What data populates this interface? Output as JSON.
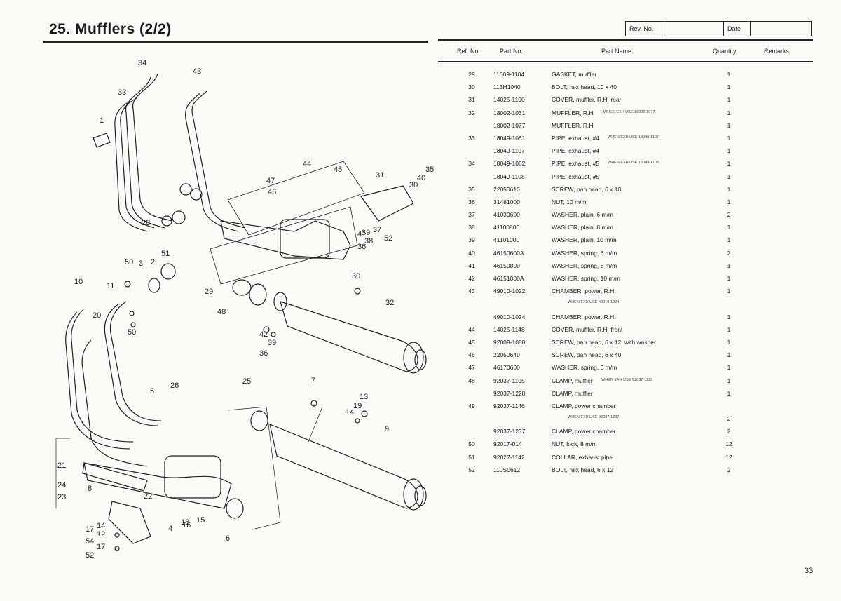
{
  "header": {
    "title": "25.   Mufflers (2/2)",
    "rev_label": "Rev. No.",
    "date_label": "Date"
  },
  "table": {
    "columns": [
      "Ref. No.",
      "Part No.",
      "Part Name",
      "Quantity",
      "Remarks"
    ],
    "rows": [
      {
        "ref": "29",
        "part": "11009-1104",
        "name": "GASKET, muffler",
        "qty": "1",
        "note": ""
      },
      {
        "ref": "30",
        "part": "113H1040",
        "name": "BOLT, hex head, 10 x 40",
        "qty": "1",
        "note": ""
      },
      {
        "ref": "31",
        "part": "14025-1100",
        "name": "COVER, muffler, R.H. rear",
        "qty": "1",
        "note": ""
      },
      {
        "ref": "32",
        "part": "18002-1031",
        "name": "MUFFLER, R.H.",
        "qty": "1",
        "note": "WHEN EXH USE 18002-1077"
      },
      {
        "ref": "",
        "part": "18002-1077",
        "name": "MUFFLER, R.H.",
        "qty": "1",
        "note": ""
      },
      {
        "ref": "33",
        "part": "18049-1061",
        "name": "PIPE, exhaust, #4",
        "qty": "1",
        "note": "WHEN EXH USE 18049-1107"
      },
      {
        "ref": "",
        "part": "18049-1107",
        "name": "PIPE, exhaust, #4",
        "qty": "1",
        "note": ""
      },
      {
        "ref": "34",
        "part": "18049-1062",
        "name": "PIPE, exhaust, #5",
        "qty": "1",
        "note": "WHEN EXH USE 18049-1108"
      },
      {
        "ref": "",
        "part": "18049-1108",
        "name": "PIPE, exhaust, #5",
        "qty": "1",
        "note": ""
      },
      {
        "ref": "35",
        "part": "22050610",
        "name": "SCREW, pan head, 6 x 10",
        "qty": "1",
        "note": ""
      },
      {
        "ref": "36",
        "part": "31481000",
        "name": "NUT, 10 m/m",
        "qty": "1",
        "note": ""
      },
      {
        "ref": "37",
        "part": "41030600",
        "name": "WASHER, plain, 6 m/m",
        "qty": "2",
        "note": ""
      },
      {
        "ref": "38",
        "part": "41100800",
        "name": "WASHER, plain, 8 m/m",
        "qty": "1",
        "note": ""
      },
      {
        "ref": "39",
        "part": "41101000",
        "name": "WASHER, plain, 10 m/m",
        "qty": "1",
        "note": ""
      },
      {
        "ref": "40",
        "part": "46150600A",
        "name": "WASHER, spring, 6 m/m",
        "qty": "2",
        "note": ""
      },
      {
        "ref": "41",
        "part": "46150800",
        "name": "WASHER, spring, 8 m/m",
        "qty": "1",
        "note": ""
      },
      {
        "ref": "42",
        "part": "46151000A",
        "name": "WASHER, spring, 10 m/m",
        "qty": "1",
        "note": ""
      },
      {
        "ref": "43",
        "part": "49010-1022",
        "name": "CHAMBER, power, R.H.",
        "qty": "1",
        "note": ""
      },
      {
        "sub": "WHEN EXH USE 49010-1024"
      },
      {
        "ref": "",
        "part": "49010-1024",
        "name": "CHAMBER, power, R.H.",
        "qty": "1",
        "note": ""
      },
      {
        "ref": "44",
        "part": "14025-1148",
        "name": "COVER, muffler, R.H. front",
        "qty": "1",
        "note": ""
      },
      {
        "ref": "45",
        "part": "92009-1088",
        "name": "SCREW, pan head, 6 x 12, with washer",
        "qty": "1",
        "note": ""
      },
      {
        "ref": "46",
        "part": "22050640",
        "name": "SCREW, pan head, 6 x 40",
        "qty": "1",
        "note": ""
      },
      {
        "ref": "47",
        "part": "46170600",
        "name": "WASHER, spring, 6 m/m",
        "qty": "1",
        "note": ""
      },
      {
        "ref": "48",
        "part": "92037-1105",
        "name": "CLAMP, muffler",
        "qty": "1",
        "note": "WHEN EXH USE 92037-1228"
      },
      {
        "ref": "",
        "part": "92037-1228",
        "name": "CLAMP, muffler",
        "qty": "1",
        "note": ""
      },
      {
        "ref": "49",
        "part": "92037-1146",
        "name": "CLAMP, power chamber",
        "qty": "",
        "note": ""
      },
      {
        "sub": "WHEN EXH USE 92037-1237",
        "qty": "2"
      },
      {
        "ref": "",
        "part": "92037-1237",
        "name": "CLAMP, power chamber",
        "qty": "2",
        "note": ""
      },
      {
        "ref": "50",
        "part": "92017-014",
        "name": "NUT, lock, 8 m/m",
        "qty": "12",
        "note": ""
      },
      {
        "ref": "51",
        "part": "92027-1142",
        "name": "COLLAR, exhaust pipe",
        "qty": "12",
        "note": ""
      },
      {
        "ref": "52",
        "part": "110S0612",
        "name": "BOLT, hex head, 6 x 12",
        "qty": "2",
        "note": ""
      }
    ]
  },
  "diagram": {
    "labels": [
      "34",
      "43",
      "33",
      "1",
      "44",
      "45",
      "47",
      "46",
      "31",
      "35",
      "40",
      "30",
      "28",
      "37",
      "41",
      "38",
      "52",
      "39",
      "36",
      "51",
      "50",
      "3",
      "2",
      "29",
      "48",
      "30",
      "32",
      "10",
      "11",
      "20",
      "50",
      "42",
      "39",
      "36",
      "5",
      "26",
      "25",
      "7",
      "13",
      "19",
      "14",
      "9",
      "8",
      "21",
      "24",
      "23",
      "22",
      "17",
      "14",
      "12",
      "54",
      "17",
      "52",
      "15",
      "16",
      "4",
      "18",
      "6"
    ]
  },
  "footer": {
    "page_number": "33"
  }
}
